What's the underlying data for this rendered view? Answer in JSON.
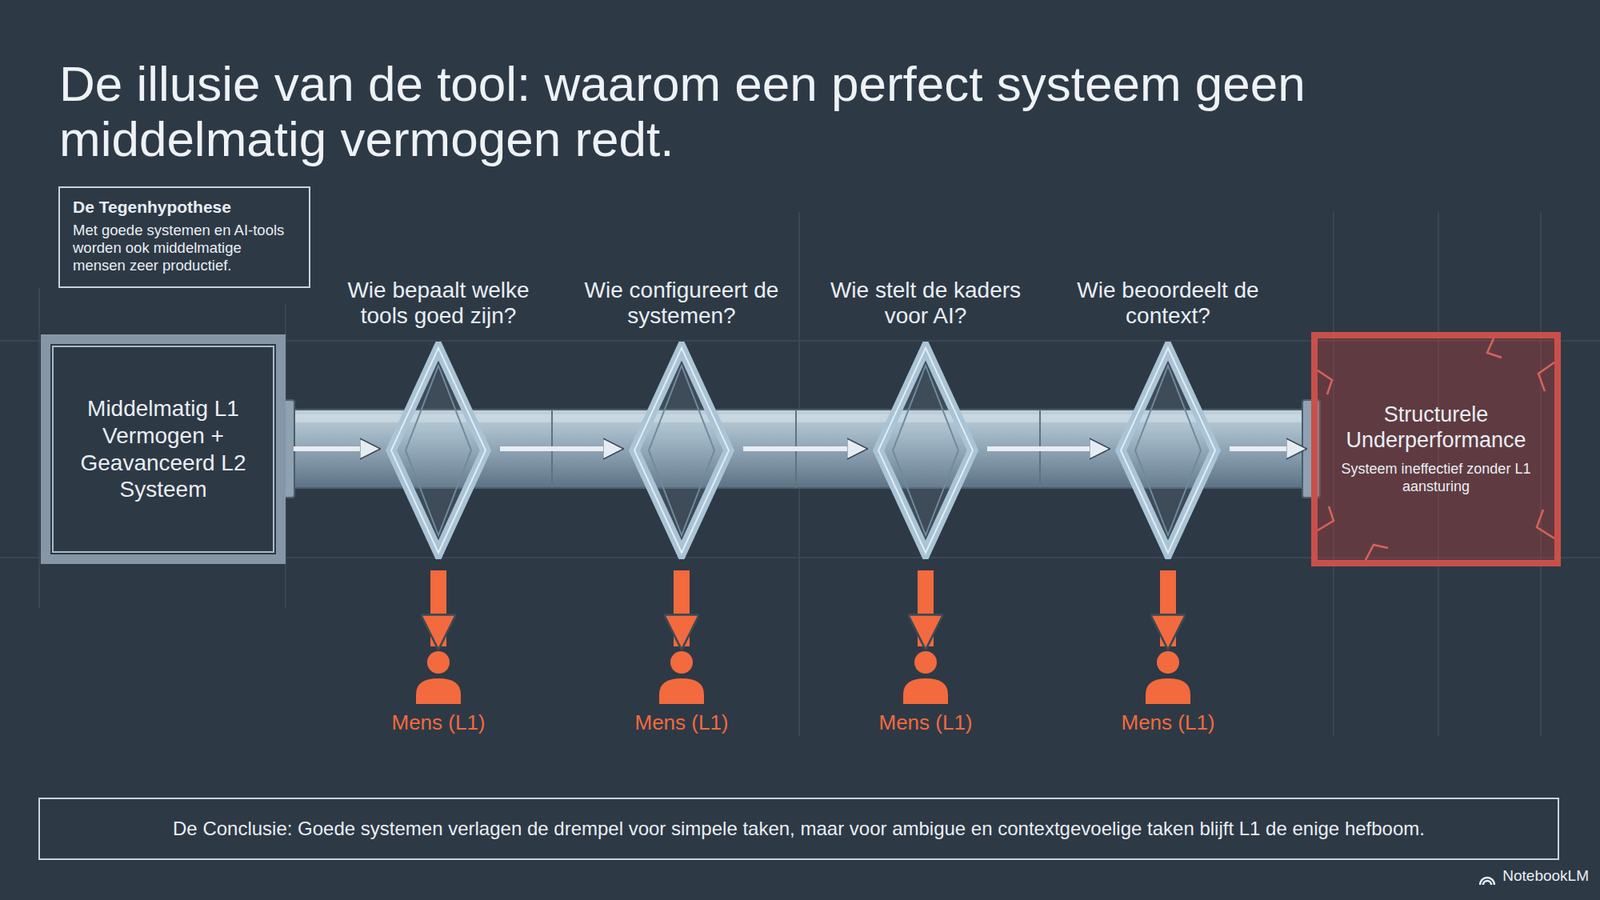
{
  "diagram": {
    "title": "De illusie van de tool: waarom een perfect systeem geen middelmatig vermogen redt.",
    "nodes": [
      {
        "text": [
          "De Tegenhypothese",
          "Met goede systemen en AI-tools worden ook middelmatige mensen zeer productief."
        ]
      },
      {
        "text": [
          "Middelmatig L1 Vermogen + Geavanceerd L2 Systeem"
        ]
      },
      {
        "text": [
          "Wie bepaalt welke tools goed zijn?"
        ]
      },
      {
        "text": [
          "Wie configureert de systemen?"
        ]
      },
      {
        "text": [
          "Wie stelt de kaders voor AI?"
        ]
      },
      {
        "text": [
          "Wie beoordeelt de context?"
        ]
      },
      {
        "text": [
          "Structurele Underperformance",
          "Systeem ineffectief zonder L1 aansturing"
        ]
      },
      {
        "text": [
          "Mens (L1)"
        ]
      },
      {
        "text": [
          "Mens (L1)"
        ]
      },
      {
        "text": [
          "Mens (L1)"
        ]
      },
      {
        "text": [
          "Mens (L1)"
        ]
      },
      {
        "text": [
          "De Conclusie: Goede systemen verlagen de drempel voor simpele taken, maar voor ambigue en contextgevoelige taken blijft L1 de enige hefboom."
        ]
      }
    ],
    "edges": [
      {
        "from": 1,
        "to": 2,
        "arrow": "to"
      },
      {
        "from": 2,
        "to": 3,
        "arrow": "to"
      },
      {
        "from": 3,
        "to": 4,
        "arrow": "to"
      },
      {
        "from": 4,
        "to": 5,
        "arrow": "to"
      },
      {
        "from": 5,
        "to": 6,
        "arrow": "to"
      },
      {
        "from": 2,
        "to": 7,
        "arrow": "to"
      },
      {
        "from": 3,
        "to": 8,
        "arrow": "to"
      },
      {
        "from": 4,
        "to": 9,
        "arrow": "to"
      },
      {
        "from": 5,
        "to": 10,
        "arrow": "to"
      }
    ],
    "labels": [
      "NotebookLM"
    ]
  }
}
